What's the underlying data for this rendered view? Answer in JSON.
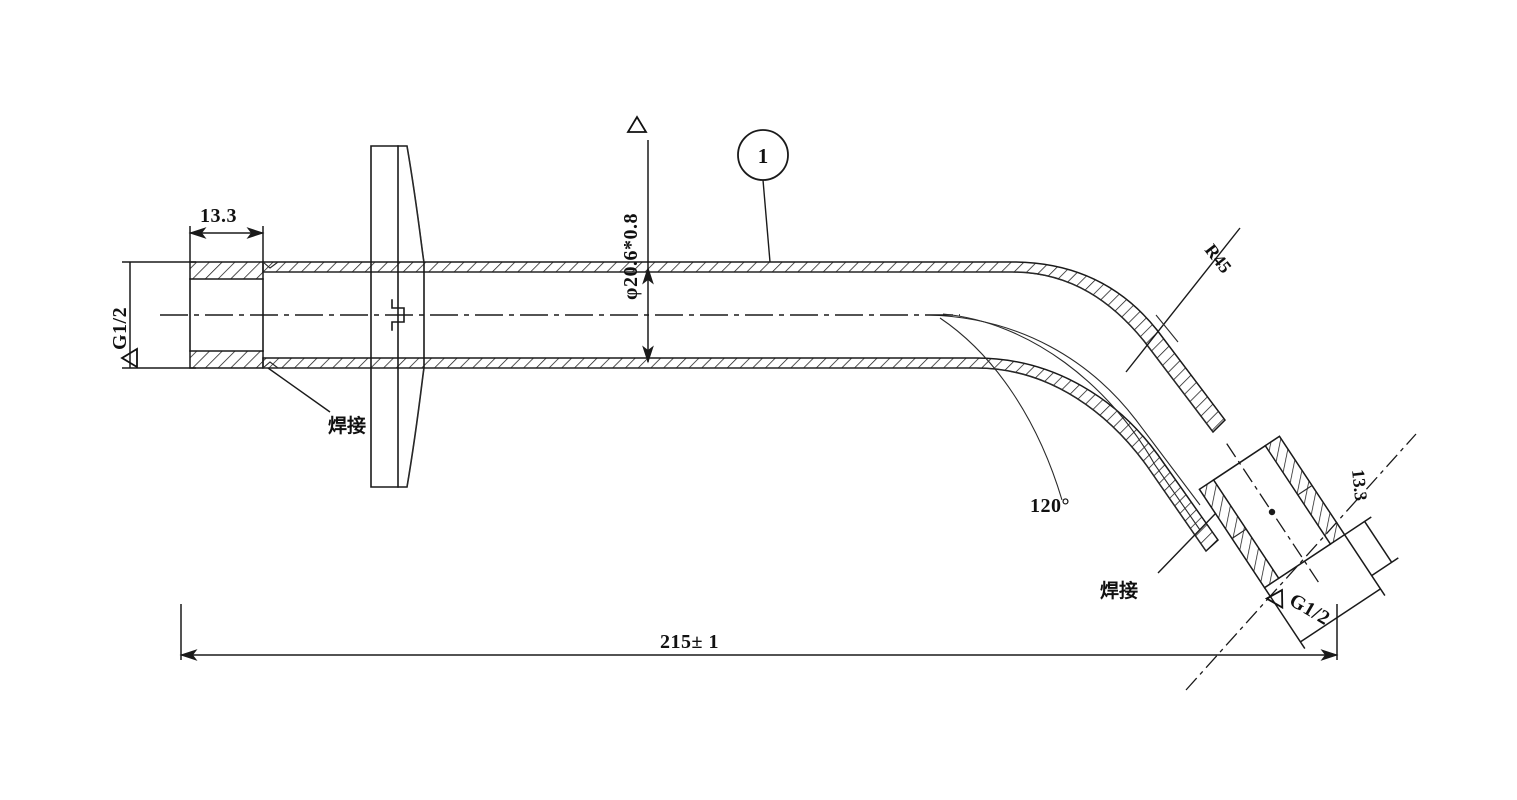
{
  "drawing": {
    "title": "Shower Arm / Wall-Mounted Spout Technical Section Drawing",
    "background_color": "#ffffff",
    "line_color": "#1a1a1a",
    "type": "mechanical-section-view"
  },
  "annotations": {
    "inlet_thread": {
      "label": "G1/2",
      "symbol": "triangle",
      "orientation": "vertical",
      "description": "Inlet thread size at left connector"
    },
    "inlet_sleeve_length": {
      "label": "13.3",
      "orientation": "horizontal",
      "description": "Left connector sleeve length"
    },
    "tube_spec": {
      "label": "φ20.6*0.8",
      "symbol": "triangle",
      "orientation": "vertical",
      "description": "Tube outer diameter times wall thickness"
    },
    "balloon": {
      "label": "1",
      "description": "Item balloon callout for tube body"
    },
    "bend_radius": {
      "label": "R45",
      "description": "Elbow bend radius"
    },
    "bend_angle": {
      "label": "120°",
      "description": "Elbow included bend angle"
    },
    "weld_left": {
      "label": "焊接",
      "description": "Welding callout at left connector joint"
    },
    "weld_right": {
      "label": "焊接",
      "description": "Welding callout at outlet connector joint"
    },
    "outlet_sleeve_length": {
      "label": "13.3",
      "orientation": "rotated",
      "description": "Outlet connector sleeve length"
    },
    "outlet_thread": {
      "label": "G1/2",
      "symbol": "triangle",
      "orientation": "rotated",
      "description": "Outlet thread size"
    },
    "overall_length": {
      "label": "215± 1",
      "orientation": "horizontal",
      "description": "Overall length from inlet face to outlet face"
    }
  }
}
